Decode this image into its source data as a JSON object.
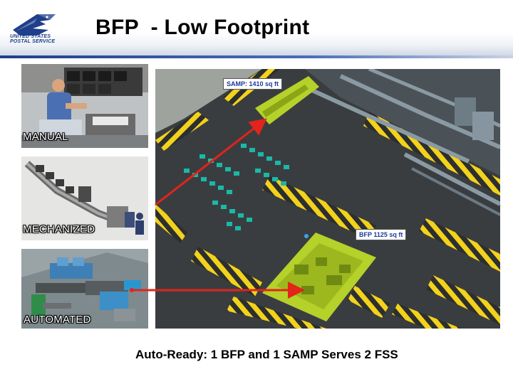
{
  "header": {
    "title": "BFP  - Low Footprint",
    "logo_text_line1": "UNITED STATES",
    "logo_text_line2": "POSTAL SERVICE",
    "accent_color": "#1f3f8a"
  },
  "panels": {
    "manual_label": "MANUAL",
    "mechanized_label": "MECHANIZED",
    "automated_label": "AUTOMATED"
  },
  "floor_plan": {
    "samp_callout": "SAMP:  1410 sq ft",
    "bfp_callout": "BFP 1125 sq ft",
    "samp_color": "#b5d12a",
    "bfp_color": "#b5d12a",
    "arrow_color": "#e2241b",
    "stripe_color": "#f2d21b"
  },
  "caption": "Auto-Ready: 1 BFP and 1 SAMP Serves 2 FSS"
}
